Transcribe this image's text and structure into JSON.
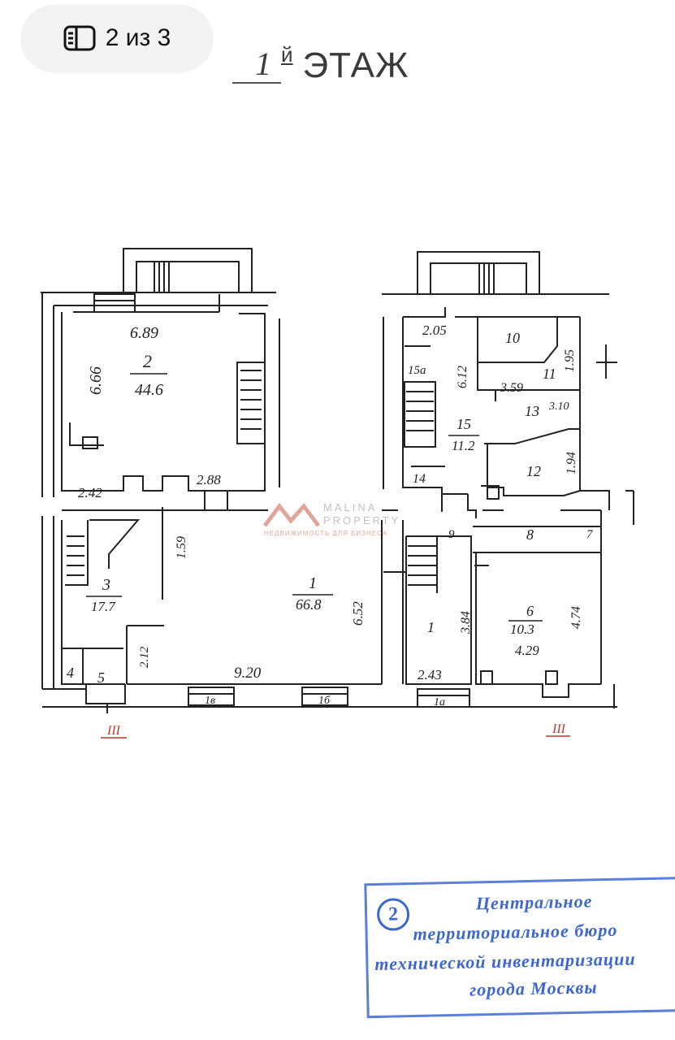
{
  "badge": {
    "counter": "2 из 3"
  },
  "header": {
    "floor_number": "1",
    "floor_suffix": "й",
    "floor_word": "ЭТАЖ"
  },
  "watermark": {
    "brand_line1": "MALINA",
    "brand_line2": "PROPERTY",
    "tagline": "НЕДВИЖИМОСТЬ ДЛЯ БИЗНЕСА"
  },
  "rooms": {
    "r2_dim_top": "6.89",
    "r2_num": "2",
    "r2_area": "44.6",
    "r2_dim_side": "6.66",
    "r2_dim_bottom": "2.42",
    "r2_dim_passage": "2.88",
    "r10": "10",
    "r11": "11",
    "r11_dim": "1.95",
    "r13": "13",
    "r13_dim": "3.10",
    "r15a": "15а",
    "r15_dim_a": "2.05",
    "r15_dim_b": "6.12",
    "r15_dim_c": "3.59",
    "r15_num": "15",
    "r15_area": "11.2",
    "r12": "12",
    "r12_dim": "1.94",
    "r14": "14",
    "r3_num": "3",
    "r3_area": "17.7",
    "r3_dim_side": "1.59",
    "r3_dim_low": "2.12",
    "r4": "4",
    "r5": "5",
    "r1_num": "1",
    "r1_area": "66.8",
    "r1_dim_side": "6.52",
    "r1_dim_bottom": "9.20",
    "w1b": "1в",
    "w1b2": "1б",
    "r1b_num": "1",
    "r1b_dim_side": "3.84",
    "r1b_dim_bottom": "2.43",
    "w1a": "1а",
    "r9": "9",
    "r8": "8",
    "r7": "7",
    "r6_num": "6",
    "r6_area": "10.3",
    "r6_dim_side": "4.74",
    "r6_dim_bottom": "4.29",
    "section_left": "III",
    "section_right": "III"
  },
  "stamp": {
    "number": "2",
    "line1": "Центральное",
    "line2": "территориальное бюро",
    "line3": "технической инвентаризации",
    "line4": "города Москвы"
  },
  "colors": {
    "ink": "#222222",
    "stamp": "#3c66d0",
    "section_mark": "#c0392b"
  }
}
